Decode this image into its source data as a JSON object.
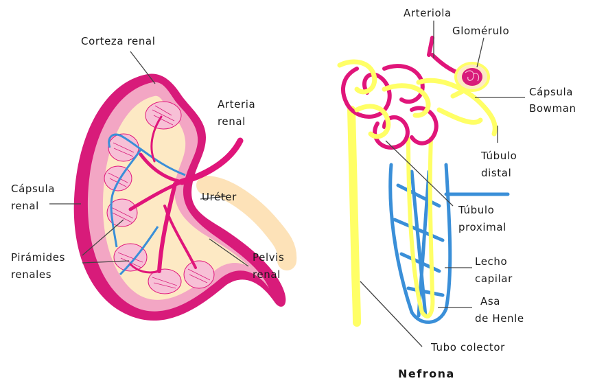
{
  "kidney_labels": {
    "corteza_renal": "Corteza renal",
    "arteria_renal": [
      "Arteria",
      "renal"
    ],
    "capsula_renal": [
      "Cápsula",
      "renal"
    ],
    "ureter": "Uréter",
    "piramides_renales": [
      "Pirámides",
      "renales"
    ],
    "pelvis_renal": [
      "Pelvis",
      "renal"
    ]
  },
  "nephron_labels": {
    "arteriola": "Arteriola",
    "glomerulo": "Glomérulo",
    "capsula_bowman": [
      "Cápsula",
      "Bowman"
    ],
    "tubulo_distal": [
      "Túbulo",
      "distal"
    ],
    "tubulo_proximal": [
      "Túbulo",
      "proximal"
    ],
    "lecho_capilar": [
      "Lecho",
      "capilar"
    ],
    "asa_de_henle": [
      "Asa",
      "de Henle"
    ],
    "tubo_colector": "Tubo colector"
  },
  "caption": "Nefrona",
  "colors": {
    "capsule": "#d81b7a",
    "cortex": "#f3a6c4",
    "medulla": "#fde9c4",
    "artery": "#e0157a",
    "vein": "#3a8fd8",
    "tubule": "#ffff66",
    "leader": "#444444"
  }
}
